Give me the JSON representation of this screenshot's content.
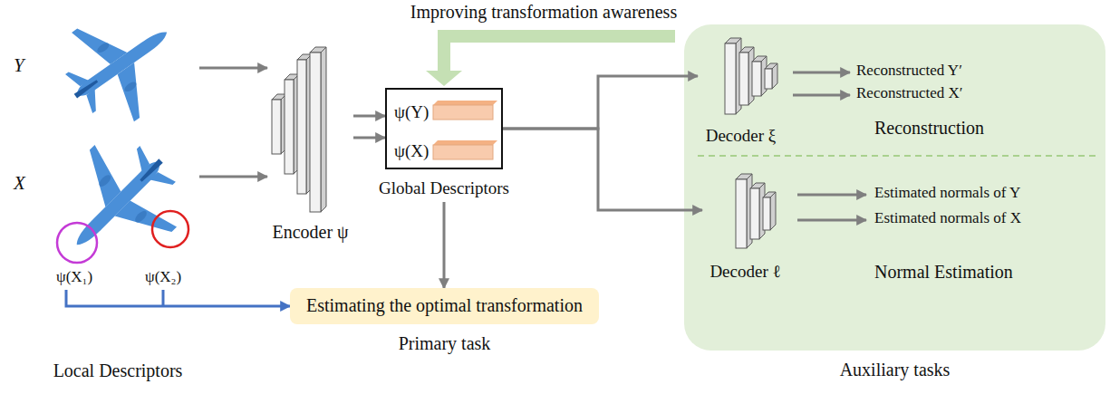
{
  "diagram": {
    "nodes": [
      {
        "text": [
          "Y"
        ]
      },
      {
        "text": [
          "X"
        ]
      },
      {
        "text": [
          "Encoder ψ"
        ]
      },
      {
        "text": [
          "ψ(Y)",
          "ψ(X)",
          "Global Descriptors"
        ]
      },
      {
        "text": [
          "Auxiliary tasks"
        ]
      },
      {
        "text": [
          "Decoder ξ"
        ],
        "in": 4
      },
      {
        "text": [
          "Decoder ℓ"
        ],
        "in": 4
      },
      {
        "text": [
          "Estimating the optimal transformation",
          "Primary task"
        ]
      }
    ],
    "edges": [
      {
        "from": 0,
        "to": 2,
        "arrow": "to"
      },
      {
        "from": 1,
        "to": 2,
        "arrow": "to"
      },
      {
        "from": 2,
        "to": 3,
        "arrow": "to"
      },
      {
        "from": 2,
        "to": 3,
        "arrow": "to"
      },
      {
        "from": 3,
        "to": 5,
        "arrow": "to"
      },
      {
        "from": 3,
        "to": 6,
        "arrow": "to"
      },
      {
        "from": 3,
        "to": 7,
        "arrow": "to"
      },
      {
        "from": 1,
        "to": 7,
        "arrow": "to"
      }
    ],
    "labels": [
      "Improving transformation awareness",
      "ψ(X₁)",
      "ψ(X₂)",
      "Local Descriptors",
      "Reconstructed Y′",
      "Reconstructed X′",
      "Reconstruction",
      "Estimated normals of Y",
      "Estimated normals of X",
      "Normal Estimation"
    ]
  }
}
